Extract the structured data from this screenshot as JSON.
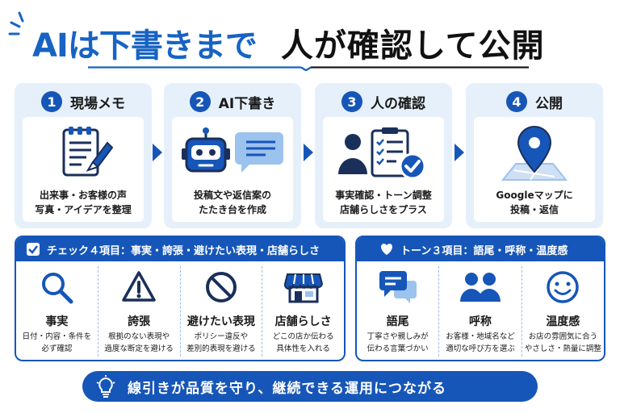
{
  "header": {
    "title_left": "AIは下書きまで",
    "title_right": "人が確認して公開"
  },
  "steps": [
    {
      "number": "1",
      "title": "現場メモ",
      "desc_line1": "出来事・お客様の声",
      "desc_line2": "写真・アイデアを整理",
      "icon": "memo-pencil-icon"
    },
    {
      "number": "2",
      "title": "AI下書き",
      "desc_line1": "投稿文や返信案の",
      "desc_line2": "たたき台を作成",
      "icon": "robot-chat-icon"
    },
    {
      "number": "3",
      "title": "人の確認",
      "desc_line1": "事実確認・トーン調整",
      "desc_line2": "店舗らしさをプラス",
      "icon": "person-checklist-icon"
    },
    {
      "number": "4",
      "title": "公開",
      "desc_line1": "Googleマップに",
      "desc_line2": "投稿・返信",
      "icon": "map-pin-icon"
    }
  ],
  "check_panel": {
    "header": "チェック４項目：事実・誇張・避けたい表現・店舗らしさ",
    "items": [
      {
        "title": "事実",
        "desc_line1": "日付・内容・条件を",
        "desc_line2": "必ず確認",
        "icon": "magnifier-icon"
      },
      {
        "title": "誇張",
        "desc_line1": "根拠のない表現や",
        "desc_line2": "過度な断定を避ける",
        "icon": "warning-icon"
      },
      {
        "title": "避けたい表現",
        "desc_line1": "ポリシー違反や",
        "desc_line2": "差別的表現を避ける",
        "icon": "prohibited-icon"
      },
      {
        "title": "店舗らしさ",
        "desc_line1": "どこの店か伝わる",
        "desc_line2": "具体性を入れる",
        "icon": "storefront-icon"
      }
    ]
  },
  "tone_panel": {
    "header": "トーン３項目：語尾・呼称・温度感",
    "items": [
      {
        "title": "語尾",
        "desc_line1": "丁寧さや親しみが",
        "desc_line2": "伝わる言葉づかい",
        "icon": "speech-bubbles-icon"
      },
      {
        "title": "呼称",
        "desc_line1": "お客様・地域名など",
        "desc_line2": "適切な呼び方を選ぶ",
        "icon": "people-icon"
      },
      {
        "title": "温度感",
        "desc_line1": "お店の雰囲気に合う",
        "desc_line2": "やさしさ・熱量に調整",
        "icon": "smiley-icon"
      }
    ]
  },
  "banner": {
    "text": "線引きが品質を守り、継続できる運用につながる",
    "icon": "lightbulb-icon"
  },
  "colors": {
    "primary": "#1656b8",
    "accent": "#1763c4",
    "step_bg": "#e6f0fb",
    "icon_light": "#9cc2ee"
  }
}
